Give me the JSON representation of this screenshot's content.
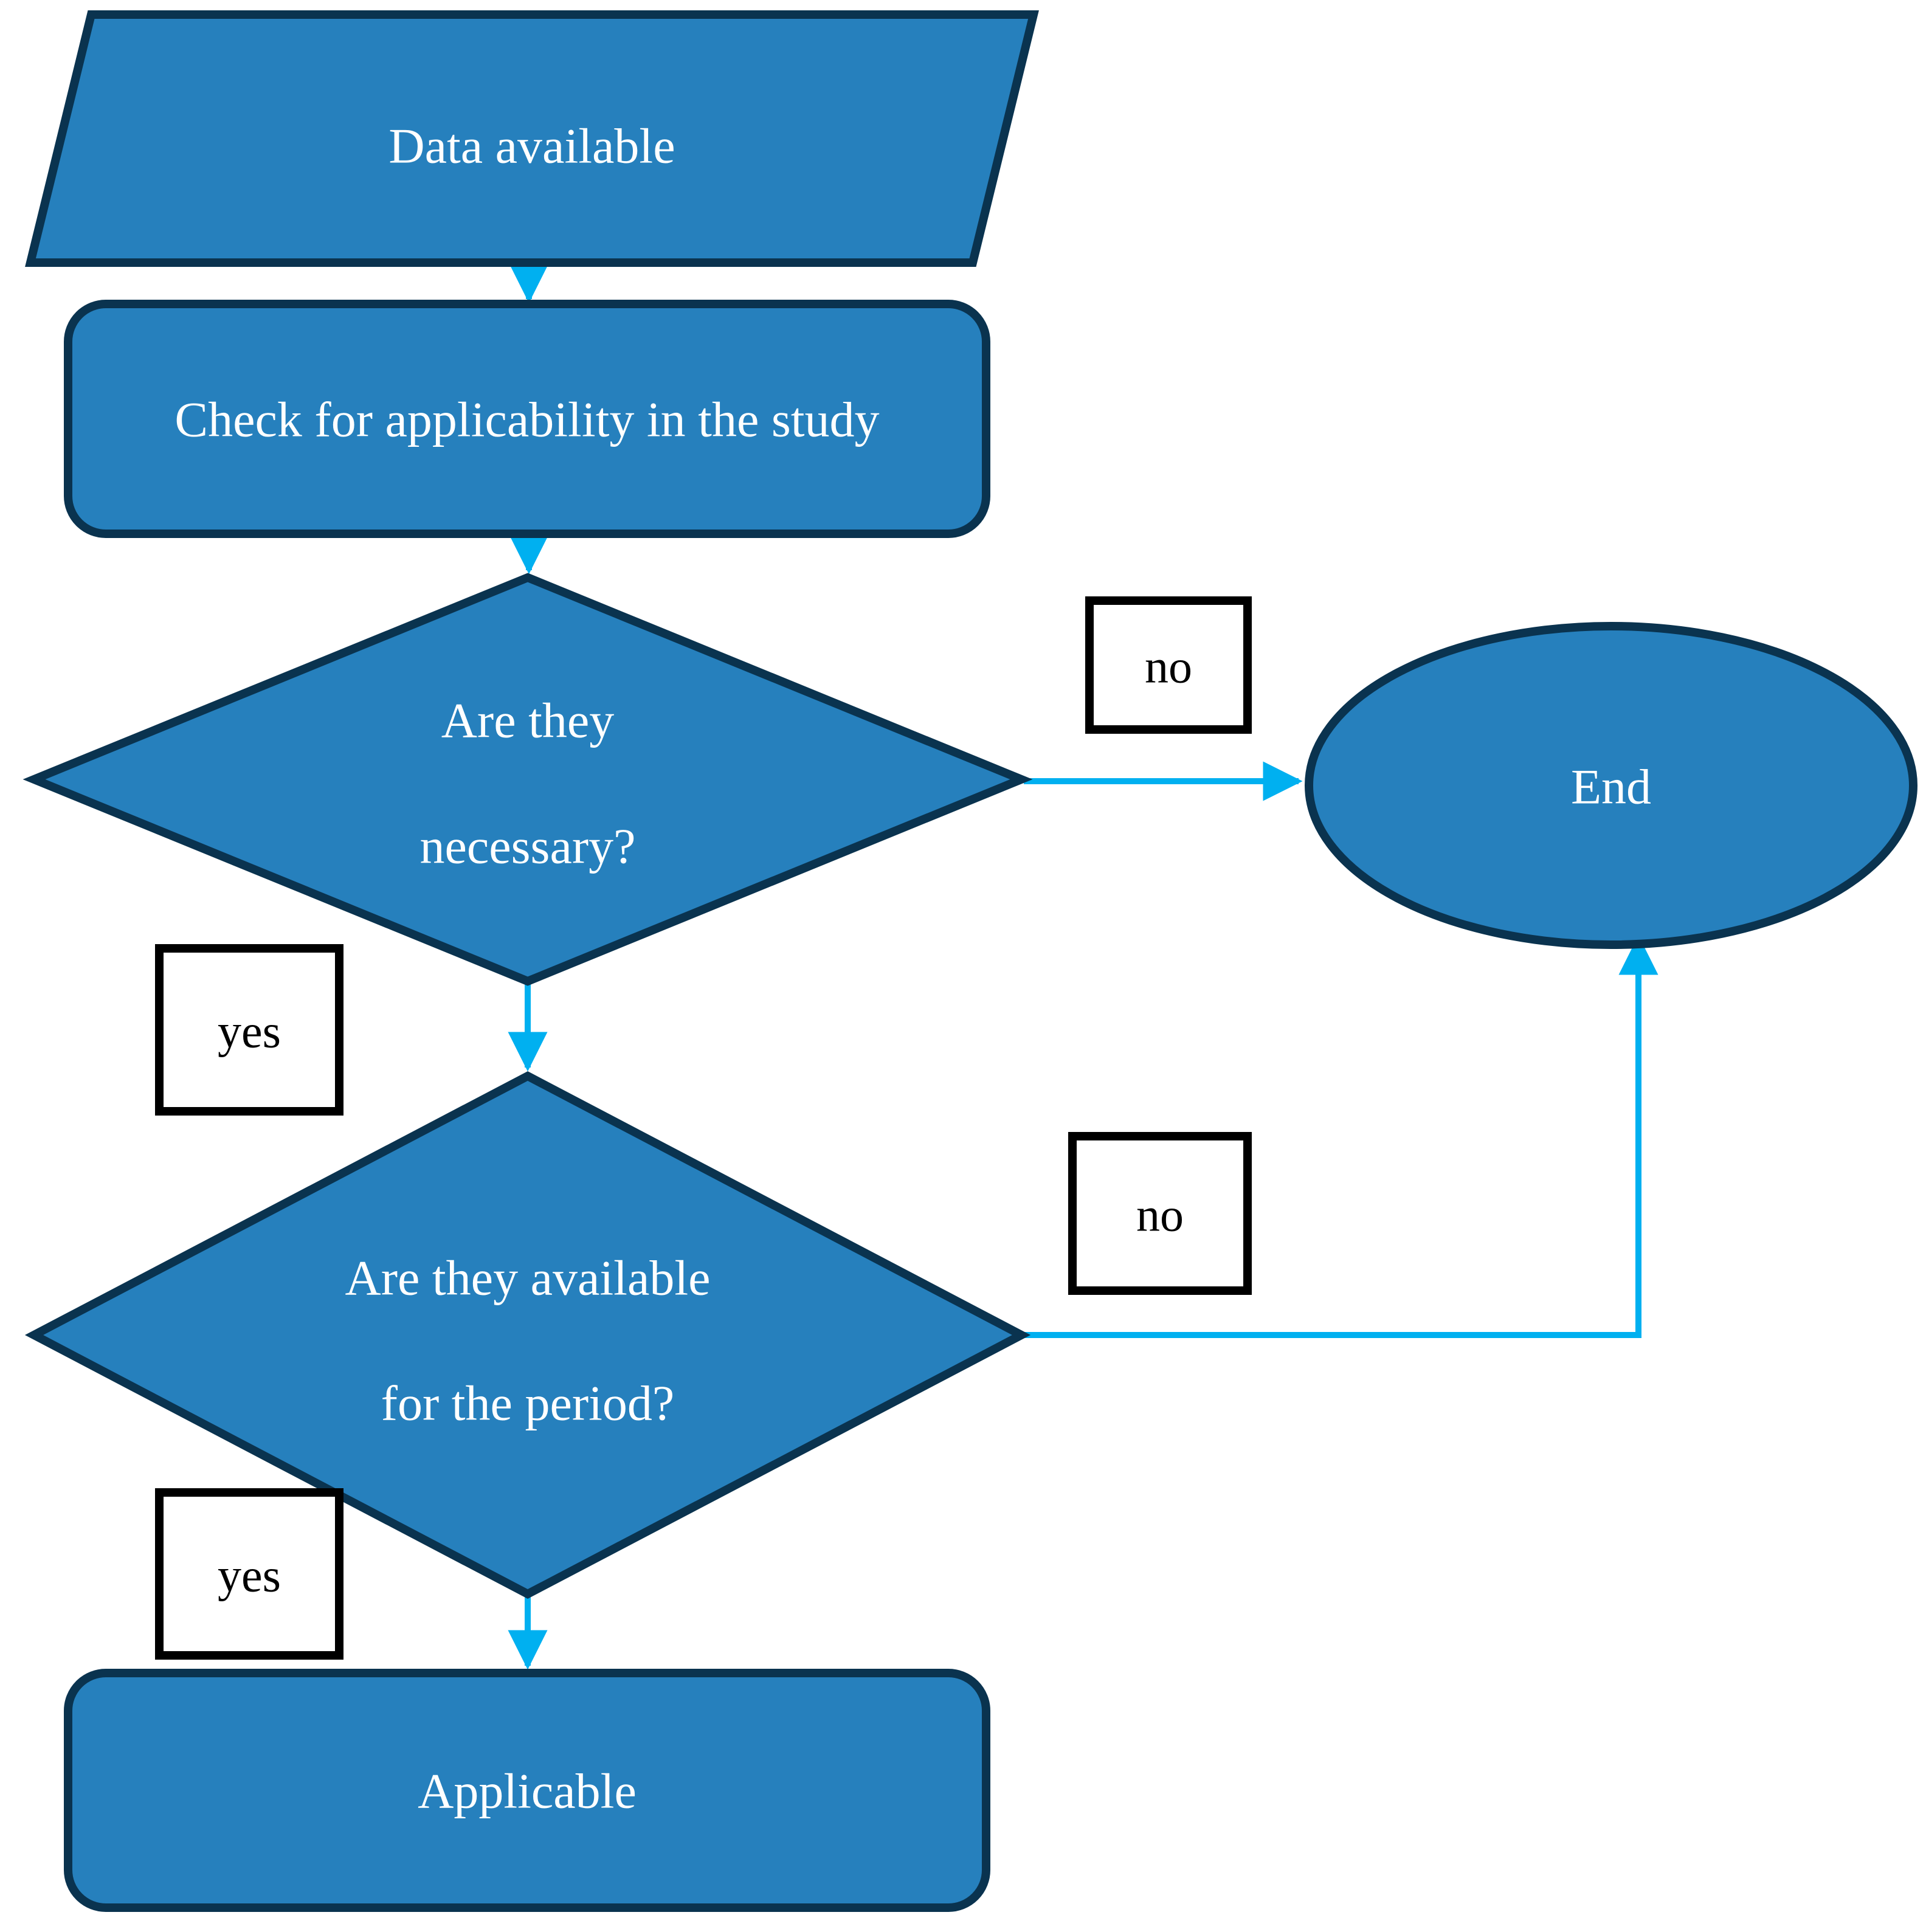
{
  "diagram": {
    "nodes": {
      "start": {
        "label": "Data available"
      },
      "process": {
        "label": "Check for applicability in the study"
      },
      "decision_necessary": {
        "line1": "Are they",
        "line2": "necessary?"
      },
      "end": {
        "label": "End"
      },
      "decision_available": {
        "line1": "Are they available",
        "line2": "for the period?"
      },
      "applicable": {
        "label": "Applicable"
      }
    },
    "edge_labels": {
      "necessary_no": "no",
      "necessary_yes": "yes",
      "available_no": "no",
      "available_yes": "yes"
    },
    "colors": {
      "background": "#FFFFFF",
      "shape_fill": "#2680BD",
      "shape_border": "#0A334F",
      "shape_text": "#FFFFFF",
      "arrow": "#00B0F0",
      "label_fill": "#FFFFFF",
      "label_border": "#000000",
      "label_text": "#000000"
    }
  }
}
